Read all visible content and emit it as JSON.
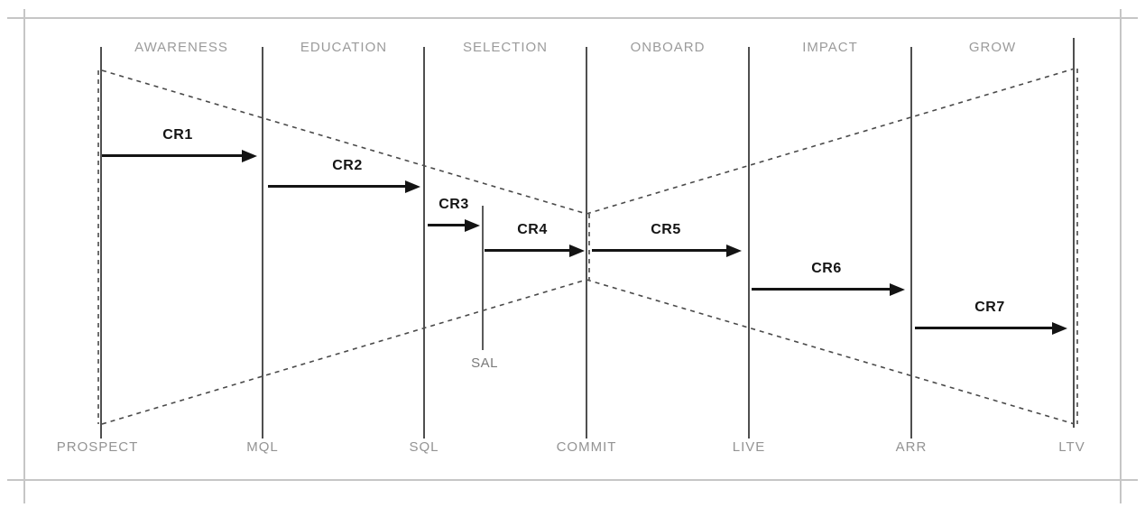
{
  "diagram": {
    "type": "bowtie-funnel",
    "stages": [
      {
        "label": "AWARENESS"
      },
      {
        "label": "EDUCATION"
      },
      {
        "label": "SELECTION"
      },
      {
        "label": "ONBOARD"
      },
      {
        "label": "IMPACT"
      },
      {
        "label": "GROW"
      }
    ],
    "milestones": [
      {
        "label": "PROSPECT"
      },
      {
        "label": "MQL"
      },
      {
        "label": "SQL"
      },
      {
        "label": "COMMIT"
      },
      {
        "label": "LIVE"
      },
      {
        "label": "ARR"
      },
      {
        "label": "LTV"
      }
    ],
    "conversions": [
      {
        "label": "CR1",
        "from": "PROSPECT",
        "to": "MQL"
      },
      {
        "label": "CR2",
        "from": "MQL",
        "to": "SQL"
      },
      {
        "label": "CR3",
        "from": "SQL",
        "to": "SAL"
      },
      {
        "label": "CR4",
        "from": "SAL",
        "to": "COMMIT"
      },
      {
        "label": "CR5",
        "from": "COMMIT",
        "to": "LIVE"
      },
      {
        "label": "CR6",
        "from": "LIVE",
        "to": "ARR"
      },
      {
        "label": "CR7",
        "from": "ARR",
        "to": "LTV"
      }
    ],
    "sal": {
      "label": "SAL"
    },
    "colors": {
      "stage_line": "#4f4f4f",
      "arrow": "#141414",
      "stage_label": "#9b9b9b",
      "milestone_label": "#939393",
      "dashed_outline": "#4a4a4a",
      "frame": "#c6c6c6",
      "background": "#ffffff"
    }
  }
}
